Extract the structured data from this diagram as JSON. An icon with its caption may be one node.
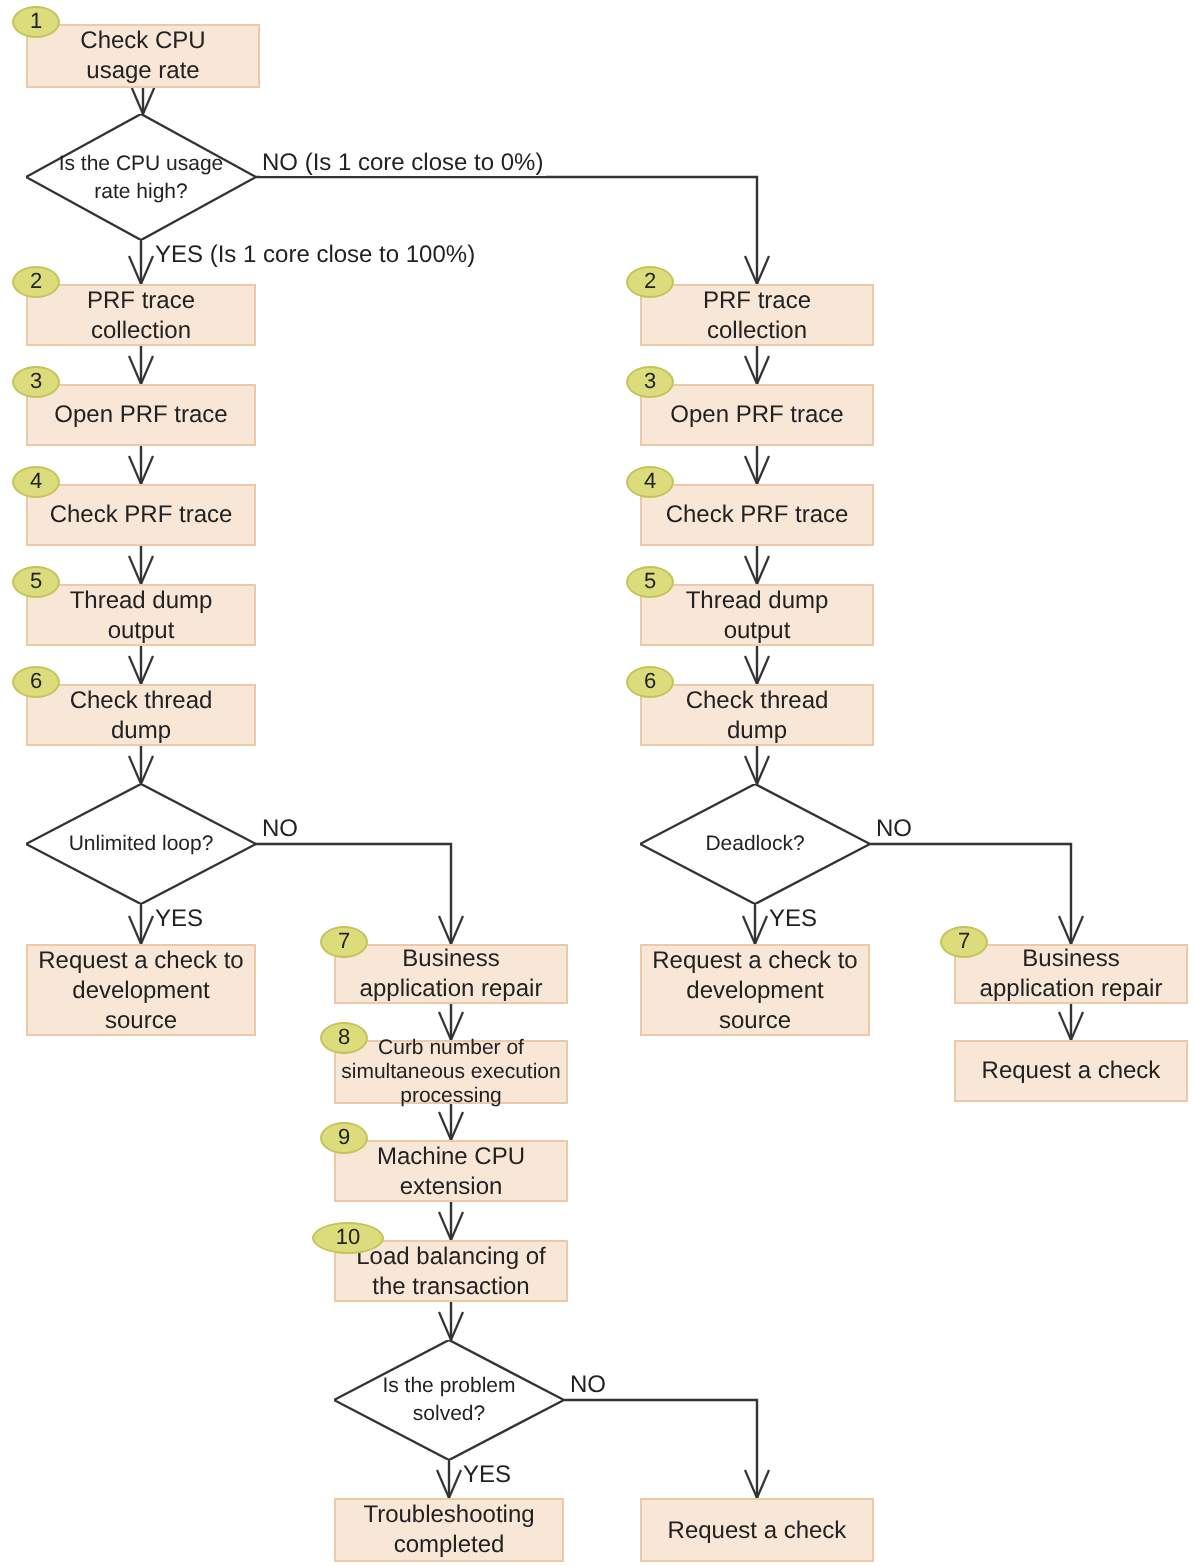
{
  "diagram": {
    "nodes": [
      {
        "text": [
          "Check CPU usage rate"
        ],
        "beside": [
          "1"
        ]
      },
      {
        "text": [
          "Is the CPU usage rate high?"
        ]
      },
      {
        "text": [
          "PRF trace collection"
        ],
        "beside": [
          "2"
        ]
      },
      {
        "text": [
          "Open PRF trace"
        ],
        "beside": [
          "3"
        ]
      },
      {
        "text": [
          "Check PRF trace"
        ],
        "beside": [
          "4"
        ]
      },
      {
        "text": [
          "Thread dump output"
        ],
        "beside": [
          "5"
        ]
      },
      {
        "text": [
          "Check thread dump"
        ],
        "beside": [
          "6"
        ]
      },
      {
        "text": [
          "Unlimited loop?"
        ]
      },
      {
        "text": [
          "Request a check to development source"
        ]
      },
      {
        "text": [
          "Business application repair"
        ],
        "beside": [
          "7"
        ]
      },
      {
        "text": [
          "Curb number of simultaneous execution processing"
        ],
        "beside": [
          "8"
        ]
      },
      {
        "text": [
          "Machine CPU extension"
        ],
        "beside": [
          "9"
        ]
      },
      {
        "text": [
          "Load balancing of the transaction"
        ],
        "beside": [
          "10"
        ]
      },
      {
        "text": [
          "Is the problem solved?"
        ]
      },
      {
        "text": [
          "Troubleshooting completed"
        ]
      },
      {
        "text": [
          "Request a check"
        ]
      },
      {
        "text": [
          "PRF trace collection"
        ],
        "beside": [
          "2"
        ]
      },
      {
        "text": [
          "Open PRF trace"
        ],
        "beside": [
          "3"
        ]
      },
      {
        "text": [
          "Check PRF trace"
        ],
        "beside": [
          "4"
        ]
      },
      {
        "text": [
          "Thread dump output"
        ],
        "beside": [
          "5"
        ]
      },
      {
        "text": [
          "Check thread dump"
        ],
        "beside": [
          "6"
        ]
      },
      {
        "text": [
          "Deadlock?"
        ]
      },
      {
        "text": [
          "Request a check to development source"
        ]
      },
      {
        "text": [
          "Business application repair"
        ],
        "beside": [
          "7"
        ]
      },
      {
        "text": [
          "Request a check"
        ]
      }
    ],
    "edges": [
      {
        "from": 0,
        "to": 1,
        "arrow": "to"
      },
      {
        "from": 1,
        "to": 2,
        "arrow": "to",
        "label": "YES (Is 1 core close to 100%)"
      },
      {
        "from": 1,
        "to": 16,
        "arrow": "to",
        "label": "NO (Is 1 core close to 0%)"
      },
      {
        "from": 2,
        "to": 3,
        "arrow": "to"
      },
      {
        "from": 3,
        "to": 4,
        "arrow": "to"
      },
      {
        "from": 4,
        "to": 5,
        "arrow": "to"
      },
      {
        "from": 5,
        "to": 6,
        "arrow": "to"
      },
      {
        "from": 6,
        "to": 7,
        "arrow": "to"
      },
      {
        "from": 7,
        "to": 8,
        "arrow": "to",
        "label": "YES"
      },
      {
        "from": 7,
        "to": 9,
        "arrow": "to",
        "label": "NO"
      },
      {
        "from": 9,
        "to": 10,
        "arrow": "to"
      },
      {
        "from": 10,
        "to": 11,
        "arrow": "to"
      },
      {
        "from": 11,
        "to": 12,
        "arrow": "to"
      },
      {
        "from": 12,
        "to": 13,
        "arrow": "to"
      },
      {
        "from": 13,
        "to": 14,
        "arrow": "to",
        "label": "YES"
      },
      {
        "from": 13,
        "to": 15,
        "arrow": "to",
        "label": "NO"
      },
      {
        "from": 16,
        "to": 17,
        "arrow": "to"
      },
      {
        "from": 17,
        "to": 18,
        "arrow": "to"
      },
      {
        "from": 18,
        "to": 19,
        "arrow": "to"
      },
      {
        "from": 19,
        "to": 20,
        "arrow": "to"
      },
      {
        "from": 20,
        "to": 21,
        "arrow": "to"
      },
      {
        "from": 21,
        "to": 22,
        "arrow": "to",
        "label": "YES"
      },
      {
        "from": 21,
        "to": 23,
        "arrow": "to",
        "label": "NO"
      },
      {
        "from": 23,
        "to": 24,
        "arrow": "to"
      }
    ]
  }
}
